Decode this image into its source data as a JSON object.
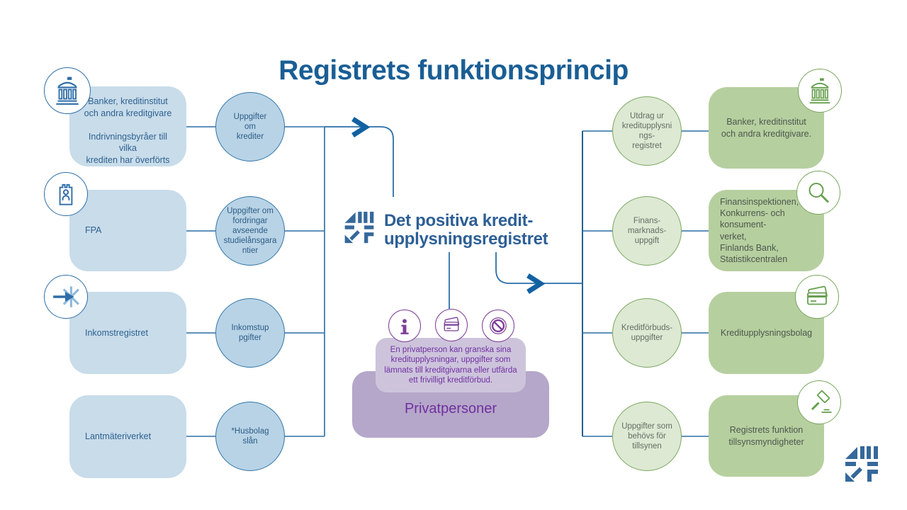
{
  "title": "Registrets funktionsprincip",
  "center": {
    "logo_title": "Det positiva kredit-\nupplysningsregistret",
    "logo_icon": "register-logomark-icon"
  },
  "left": {
    "sources": [
      {
        "label": "Banker, kreditinstitut\noch andra kreditgivare\n\nIndrivningsbyråer till\nvilka\nkrediten har överförts",
        "icon": "bank-icon"
      },
      {
        "label": "FPA",
        "icon": "castle-tower-icon"
      },
      {
        "label": "Inkomstregistret",
        "icon": "income-register-icon"
      },
      {
        "label": "Lantmäteriverket",
        "icon": null
      }
    ],
    "flows": [
      {
        "label": "Uppgifter\nom\nkrediter"
      },
      {
        "label": "Uppgifter om\nfordringar\navseende\nstudielånsgara\nntier"
      },
      {
        "label": "Inkomstup\npgifter"
      },
      {
        "label": "*Husbolag\nslån"
      }
    ]
  },
  "right": {
    "flows": [
      {
        "label": "Utdrag ur\nkreditupplysni\nngs-\nregistret"
      },
      {
        "label": "Finans-\nmarknads-\nuppgift"
      },
      {
        "label": "Kreditförbuds-\nuppgifter"
      },
      {
        "label": "Uppgifter som\nbehövs för\ntillsynen"
      }
    ],
    "recipients": [
      {
        "label": "Banker, kreditinstitut\noch andra kreditgivare.",
        "icon": "bank-icon"
      },
      {
        "label": "Finansinspektionen,\nKonkurrens- och\nkonsument-\nverket,\nFinlands Bank,\nStatistikcentralen",
        "icon": "magnifier-icon"
      },
      {
        "label": "Kreditupplysningsbolag",
        "icon": "credit-cards-icon"
      },
      {
        "label": "Registrets funktion\ntillsynsmyndigheter",
        "icon": "gavel-icon"
      }
    ]
  },
  "private": {
    "note": "En privatperson kan granska sina\nkreditupplysningar, uppgifter som\nlämnats till kreditgivarna eller utfärda\nett frivilligt kreditförbud.",
    "label": "Privatpersoner",
    "icons": [
      "info-icon",
      "credit-cards-icon",
      "prohibition-icon"
    ]
  },
  "colors": {
    "title_blue": "#1a5e95",
    "source_box_fill": "#c8dcea",
    "flow_circle_blue_fill": "#b8d3e6",
    "flow_circle_blue_border": "#3276a8",
    "flow_circle_green_fill": "#dde9d3",
    "flow_circle_green_border": "#79a65e",
    "recipient_box_fill": "#b6cf9f",
    "persons_box_fill": "#b5a7c9",
    "note_box_fill": "#cdc4dc",
    "purple_accent": "#7d3f98",
    "connector_blue": "#2b6fa7",
    "logomark_blue": "#35689b"
  }
}
